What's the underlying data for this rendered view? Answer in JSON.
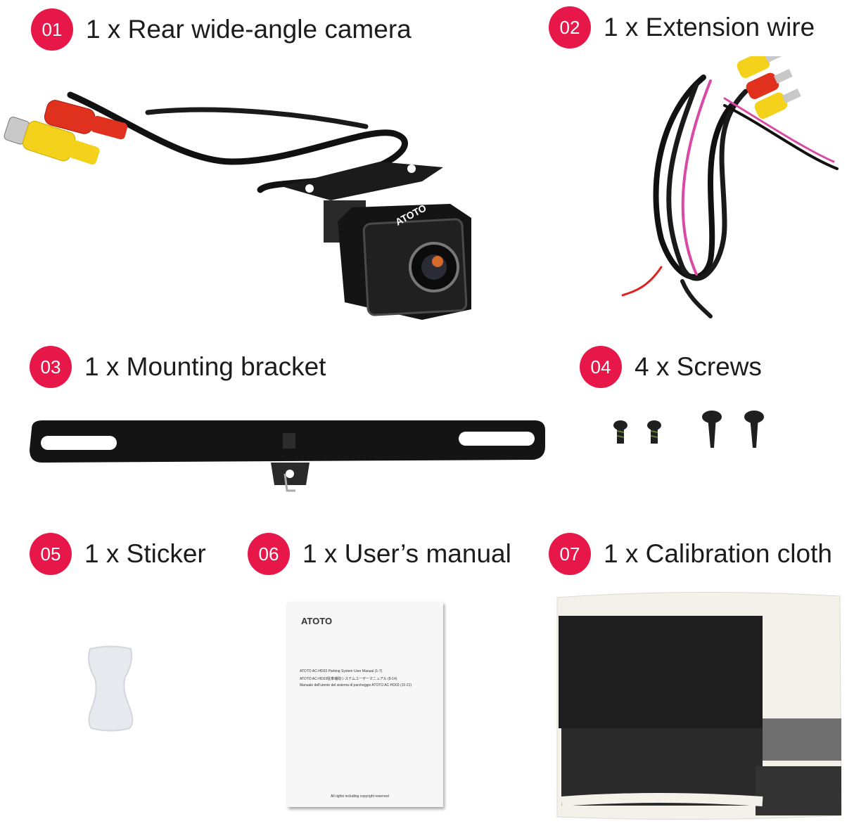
{
  "items": [
    {
      "number": "01",
      "caption": "1 x Rear wide-angle camera",
      "icon": "camera-icon"
    },
    {
      "number": "02",
      "caption": "1 x Extension wire",
      "icon": "cable-icon"
    },
    {
      "number": "03",
      "caption": "1 x Mounting bracket",
      "icon": "bracket-icon"
    },
    {
      "number": "04",
      "caption": "4 x Screws",
      "icon": "screw-icon"
    },
    {
      "number": "05",
      "caption": "1 x Sticker",
      "icon": "sticker-icon"
    },
    {
      "number": "06",
      "caption": "1 x User’s manual",
      "icon": "manual-icon"
    },
    {
      "number": "07",
      "caption": "1 x Calibration cloth",
      "icon": "cloth-icon"
    }
  ],
  "camera_brand": "ATOTO",
  "manual": {
    "brand": "ATOTO",
    "lines": [
      "ATOTO AC-HD03 Parking System User Manual  (1-7)",
      "ATOTO AC-HD03駐車補助システムユーザーマニュアル  (8-14)",
      "Manuale dell'utente del sistema di parcheggio ATOTO AC-HD03  (15-21)"
    ],
    "footer": "All rights including copyright reserved"
  },
  "colors": {
    "badge": "#e8174a",
    "text": "#1c1c1c",
    "cable_yellow": "#f4d21c",
    "cable_red": "#e0301e"
  }
}
